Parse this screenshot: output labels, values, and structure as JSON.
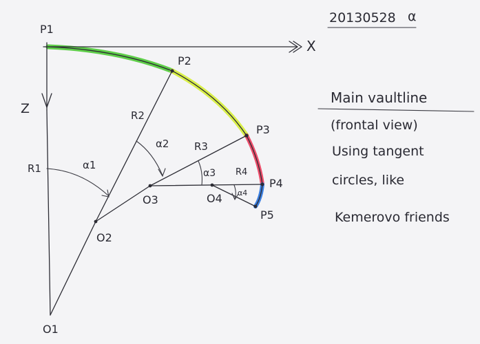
{
  "header": {
    "date_code": "20130528",
    "suffix": "α"
  },
  "axes": {
    "x_label": "X",
    "z_label": "Z"
  },
  "points": {
    "p1": "P1",
    "p2": "P2",
    "p3": "P3",
    "p4": "P4",
    "p5": "P5"
  },
  "centers": {
    "o1": "O1",
    "o2": "O2",
    "o3": "O3",
    "o4": "O4"
  },
  "radii": {
    "r1": "R1",
    "r2": "R2",
    "r3": "R3",
    "r4": "R4"
  },
  "angles": {
    "a1": "α1",
    "a2": "α2",
    "a3": "α3",
    "a4": "α4"
  },
  "note": {
    "title": "Main vaultline",
    "line1": "(frontal view)",
    "line2": "Using tangent",
    "line3": "circles, like",
    "line4": "Kemerovo friends"
  },
  "colors": {
    "arc1": "#5fce4a",
    "arc2": "#d9ef4a",
    "arc3": "#ec4d6a",
    "arc4": "#3b7fe0",
    "paper": "#f4f4f6",
    "ink": "#2c2c34"
  }
}
